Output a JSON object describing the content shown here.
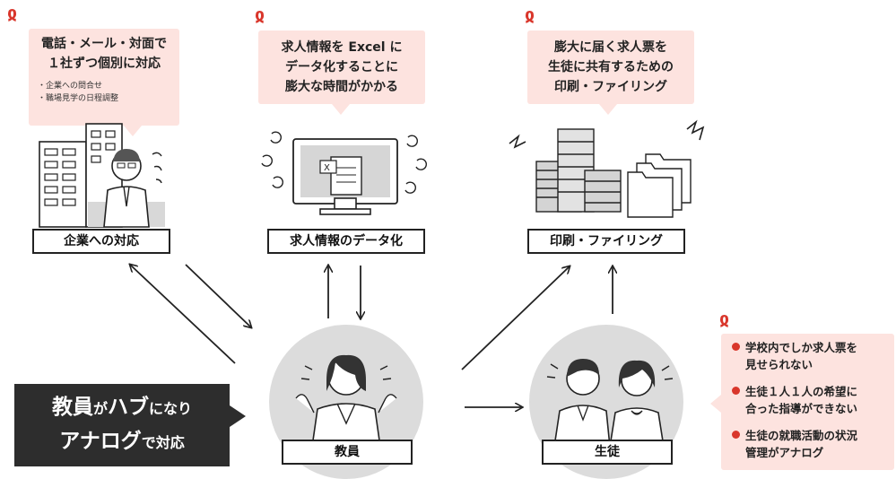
{
  "colors": {
    "accent": "#d9362b",
    "bubble": "#fde3df",
    "hub": "#2d2d2d",
    "circle": "#dcdcdc"
  },
  "icons": {
    "worry": "spiral-worry-icon"
  },
  "company": {
    "bubble_line1": "電話・メール・対面で",
    "bubble_line2": "１社ずつ個別に対応",
    "bullet1": "・企業への問合せ",
    "bullet2": "・職場見学の日程調整",
    "label": "企業への対応"
  },
  "data_entry": {
    "bubble_line1": "求人情報を Excel に",
    "bubble_line2": "データ化することに",
    "bubble_line3": "膨大な時間がかかる",
    "label": "求人情報のデータ化"
  },
  "printing": {
    "bubble_line1": "膨大に届く求人票を",
    "bubble_line2": "生徒に共有するための",
    "bubble_line3": "印刷・ファイリング",
    "label": "印刷・ファイリング"
  },
  "student_issues": {
    "item1_line1": "学校内でしか求人票を",
    "item1_line2": "見せられない",
    "item2_line1": "生徒１人１人の希望に",
    "item2_line2": "合った指導ができない",
    "item3_line1": "生徒の就職活動の状況",
    "item3_line2": "管理がアナログ"
  },
  "teacher": {
    "label": "教員"
  },
  "students": {
    "label": "生徒"
  },
  "hub": {
    "line1_a": "教員",
    "line1_b": "が",
    "line1_c": "ハブ",
    "line1_d": "になり",
    "line2_a": "アナログ",
    "line2_b": "で対応"
  }
}
